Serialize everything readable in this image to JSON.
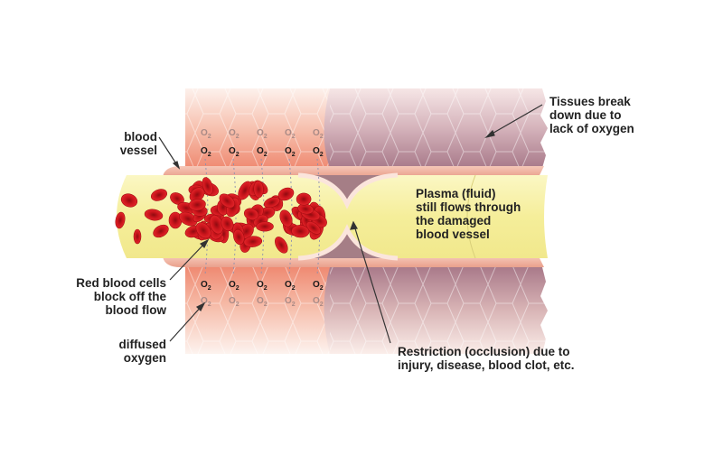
{
  "diagram": {
    "subject": "Blood vessel occlusion and tissue oxygen deprivation",
    "labels": {
      "blood_vessel": "blood\nvessel",
      "tissues_break_down": "Tissues break\ndown due to\nlack of oxygen",
      "plasma": "Plasma (fluid)\nstill flows through\nthe damaged\nblood vessel",
      "red_blood_cells": "Red blood cells\nblock off the\nblood flow",
      "diffused_oxygen": "diffused\noxygen",
      "restriction": "Restriction (occlusion) due to\ninjury, disease, blood clot, etc."
    },
    "oxygen_symbol": "O",
    "oxygen_subscript": "2",
    "oxygen_count_per_row": 5,
    "colors": {
      "healthy_tissue": "#f3a08a",
      "healthy_tissue_light": "#fbe3da",
      "damaged_tissue": "#b88a99",
      "vessel_wall": "#f1b3a1",
      "plasma": "#f7f2a6",
      "red_blood_cell": "#c8141b",
      "text": "#222222"
    }
  }
}
